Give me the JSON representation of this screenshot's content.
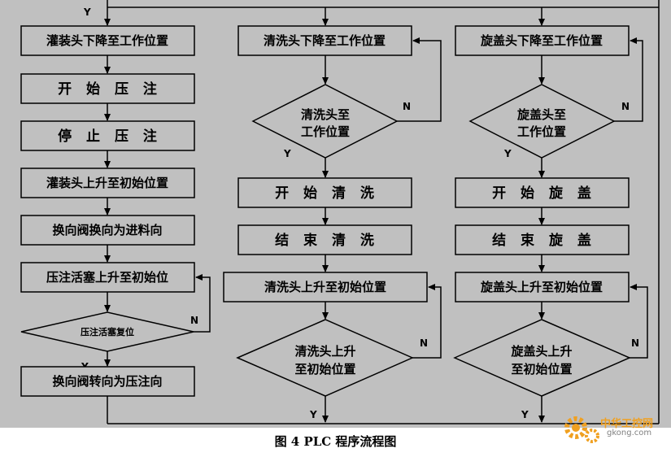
{
  "flow_left": {
    "steps": [
      "灌装头下降至工作位置",
      "开 始 压 注",
      "停 止 压 注",
      "灌装头上升至初始位置",
      "换向阀换向为进料向",
      "压注活塞上升至初始位",
      "换向阀转向为压注向"
    ],
    "decision": "压注活塞复位"
  },
  "flow_middle": {
    "step1": "清洗头下降至工作位置",
    "decision1": [
      "清洗头至",
      "工作位置"
    ],
    "step2": "开 始 清 洗",
    "step3": "结 束 清 洗",
    "step4": "清洗头上升至初始位置",
    "decision2": [
      "清洗头上升",
      "至初始位置"
    ]
  },
  "flow_right": {
    "step1": "旋盖头下降至工作位置",
    "decision1": [
      "旋盖头至",
      "工作位置"
    ],
    "step2": "开 始 旋 盖",
    "step3": "结 束 旋 盖",
    "step4": "旋盖头上升至初始位置",
    "decision2": [
      "旋盖头上升",
      "至初始位置"
    ]
  },
  "labels": {
    "yes": "Y",
    "no": "N"
  },
  "caption": "图 4   PLC 程序流程图",
  "watermark": {
    "name": "中华工控网",
    "site": "gkong.com"
  },
  "colors": {
    "background": "#c0c0c0",
    "line": "#000000",
    "logo": "#f0a020"
  }
}
